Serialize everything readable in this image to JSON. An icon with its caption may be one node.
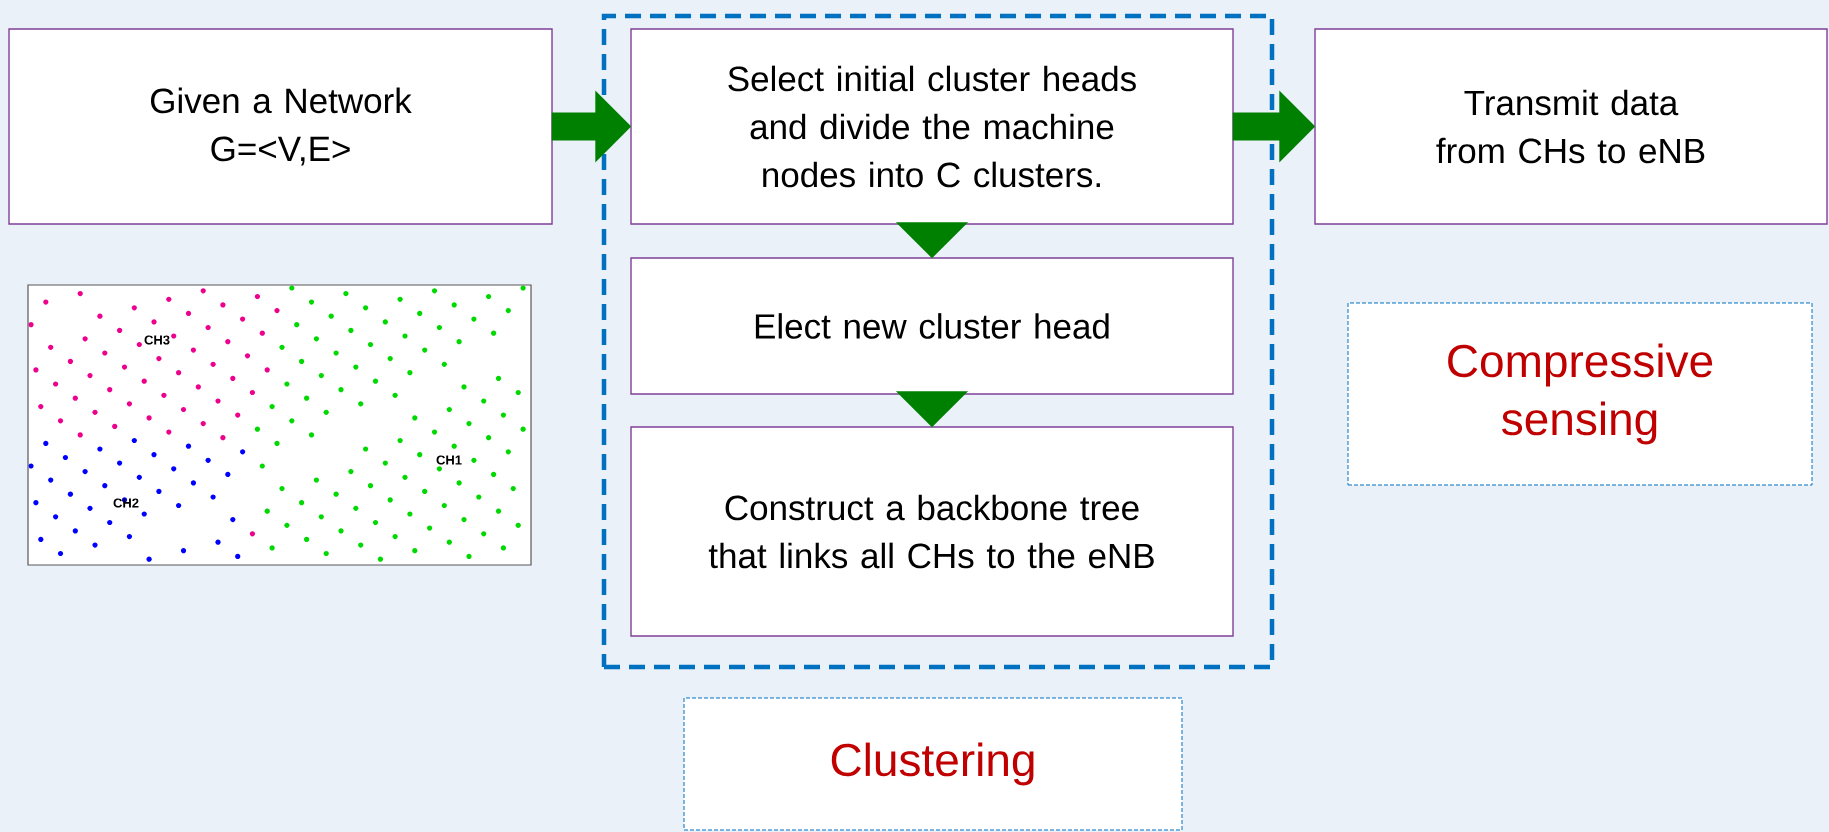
{
  "diagram": {
    "nodes": [
      {
        "text": [
          "Given a Network G=<V,E>"
        ]
      },
      {
        "text": [],
        "shape": "box"
      },
      {
        "text": [
          "Select initial cluster heads and divide the machine nodes into C clusters."
        ],
        "in": 1
      },
      {
        "text": [
          "Elect new cluster head"
        ],
        "in": 1
      },
      {
        "text": [
          "Construct a backbone tree that links all CHs to the eNB"
        ],
        "in": 1
      },
      {
        "text": [
          "Transmit data from CHs to eNB"
        ]
      },
      {
        "text": [
          "Compressive sensing"
        ]
      },
      {
        "text": [
          "Clustering"
        ]
      }
    ],
    "edges": [
      {
        "from": 0,
        "to": 2,
        "arrow": "to"
      },
      {
        "from": 2,
        "to": 5,
        "arrow": "to"
      },
      {
        "from": 2,
        "to": 3,
        "arrow": "to"
      },
      {
        "from": 3,
        "to": 4,
        "arrow": "to"
      }
    ],
    "labels": [
      "CH3",
      "CH1",
      "CH2"
    ]
  }
}
